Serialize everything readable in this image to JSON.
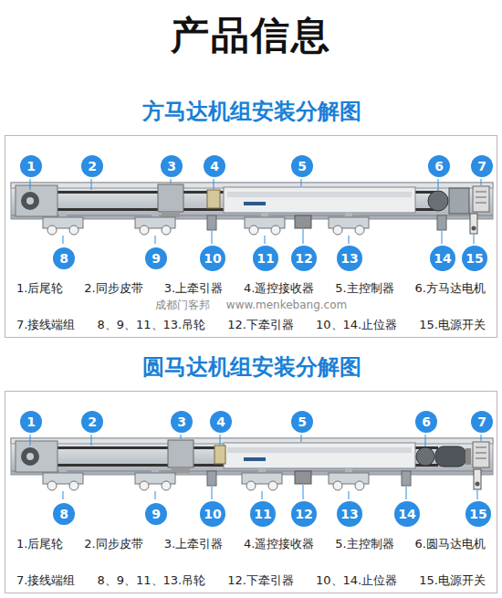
{
  "diagram": {
    "title": "产品信息",
    "nodes": [
      {
        "text": [
          "方马达机组安装分解图",
          "1.后尾轮",
          "2.同步皮带",
          "3.上牵引器",
          "4.遥控接收器",
          "5.主控制器",
          "6.方马达电机",
          "7.接线端组",
          "8、9、11、13.吊轮",
          "12.下牵引器",
          "10、14.止位器",
          "15.电源开关"
        ]
      },
      {
        "text": [
          "1"
        ],
        "in": 0
      },
      {
        "text": [
          "2"
        ],
        "in": 0
      },
      {
        "text": [
          "3"
        ],
        "in": 0
      },
      {
        "text": [
          "4"
        ],
        "in": 0
      },
      {
        "text": [
          "5"
        ],
        "in": 0
      },
      {
        "text": [
          "6"
        ],
        "in": 0
      },
      {
        "text": [
          "7"
        ],
        "in": 0
      },
      {
        "text": [
          "8"
        ],
        "in": 0
      },
      {
        "text": [
          "9"
        ],
        "in": 0
      },
      {
        "text": [
          "10"
        ],
        "in": 0
      },
      {
        "text": [
          "11"
        ],
        "in": 0
      },
      {
        "text": [
          "12"
        ],
        "in": 0
      },
      {
        "text": [
          "13"
        ],
        "in": 0
      },
      {
        "text": [
          "14"
        ],
        "in": 0
      },
      {
        "text": [
          "15"
        ],
        "in": 0
      },
      {
        "text": [
          "圆马达机组安装分解图",
          "1.后尾轮",
          "2.同步皮带",
          "3.上牵引器",
          "4.遥控接收器",
          "5.主控制器",
          "6.圆马达电机",
          "7.接线端组",
          "8、9、11、13.吊轮",
          "12.下牵引器",
          "10、14.止位器",
          "15.电源开关"
        ]
      },
      {
        "text": [
          "1"
        ],
        "in": 16
      },
      {
        "text": [
          "2"
        ],
        "in": 16
      },
      {
        "text": [
          "3"
        ],
        "in": 16
      },
      {
        "text": [
          "4"
        ],
        "in": 16
      },
      {
        "text": [
          "5"
        ],
        "in": 16
      },
      {
        "text": [
          "6"
        ],
        "in": 16
      },
      {
        "text": [
          "7"
        ],
        "in": 16
      },
      {
        "text": [
          "8"
        ],
        "in": 16
      },
      {
        "text": [
          "9"
        ],
        "in": 16
      },
      {
        "text": [
          "10"
        ],
        "in": 16
      },
      {
        "text": [
          "11"
        ],
        "in": 16
      },
      {
        "text": [
          "12"
        ],
        "in": 16
      },
      {
        "text": [
          "13"
        ],
        "in": 16
      },
      {
        "text": [
          "14"
        ],
        "in": 16
      },
      {
        "text": [
          "15"
        ],
        "in": 16
      }
    ],
    "labels": [
      "成都门客邦",
      "www.menkebang.com"
    ]
  }
}
